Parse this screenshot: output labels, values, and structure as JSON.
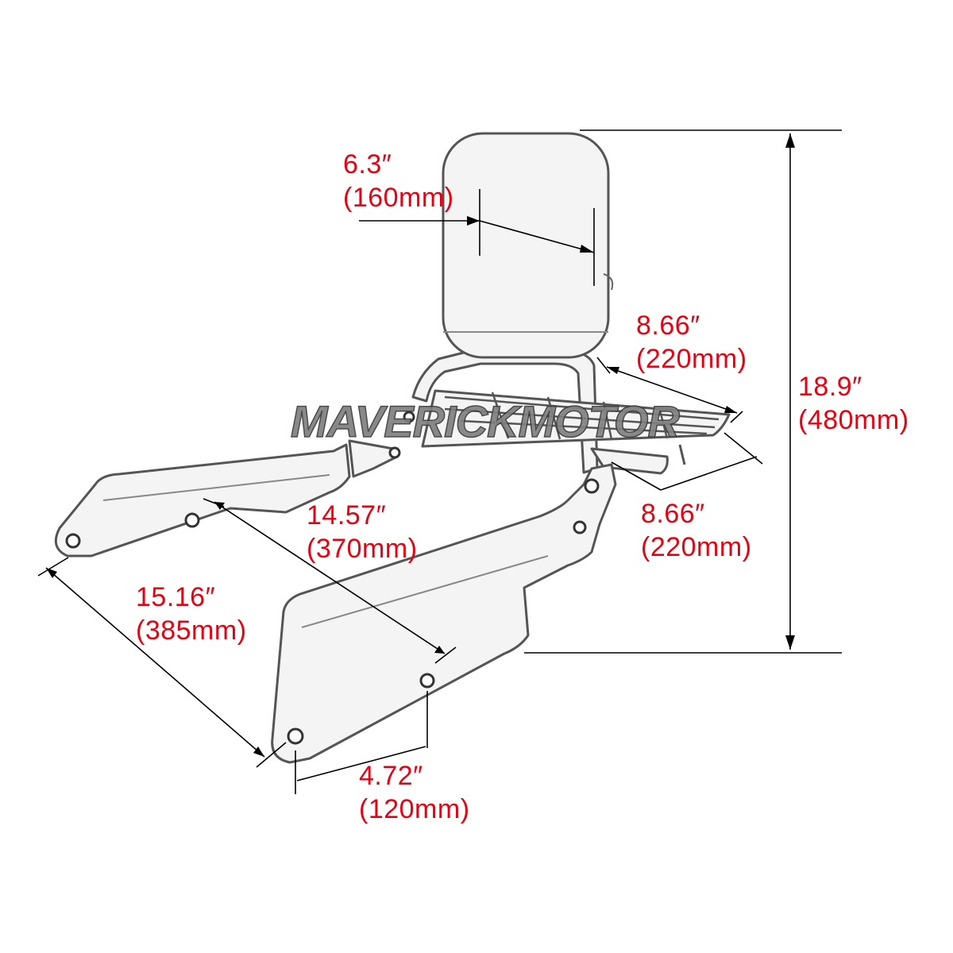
{
  "watermark": "MAVERICKMOTOR",
  "colors": {
    "dimension_text": "#e60012",
    "lines": "#000000",
    "part_outline": "#555555",
    "part_fill": "#f4f4f4"
  },
  "dimensions": [
    {
      "id": "pad-width",
      "inch": "6.3″",
      "mm": "(160mm)"
    },
    {
      "id": "rack-depth",
      "inch": "8.66″",
      "mm": "(220mm)"
    },
    {
      "id": "rack-width",
      "inch": "8.66″",
      "mm": "(220mm)"
    },
    {
      "id": "overall-height",
      "inch": "18.9″",
      "mm": "(480mm)"
    },
    {
      "id": "mount-hole-span",
      "inch": "14.57″",
      "mm": "(370mm)"
    },
    {
      "id": "side-plate-length",
      "inch": "15.16″",
      "mm": "(385mm)"
    },
    {
      "id": "hole-spacing",
      "inch": "4.72″",
      "mm": "(120mm)"
    }
  ]
}
